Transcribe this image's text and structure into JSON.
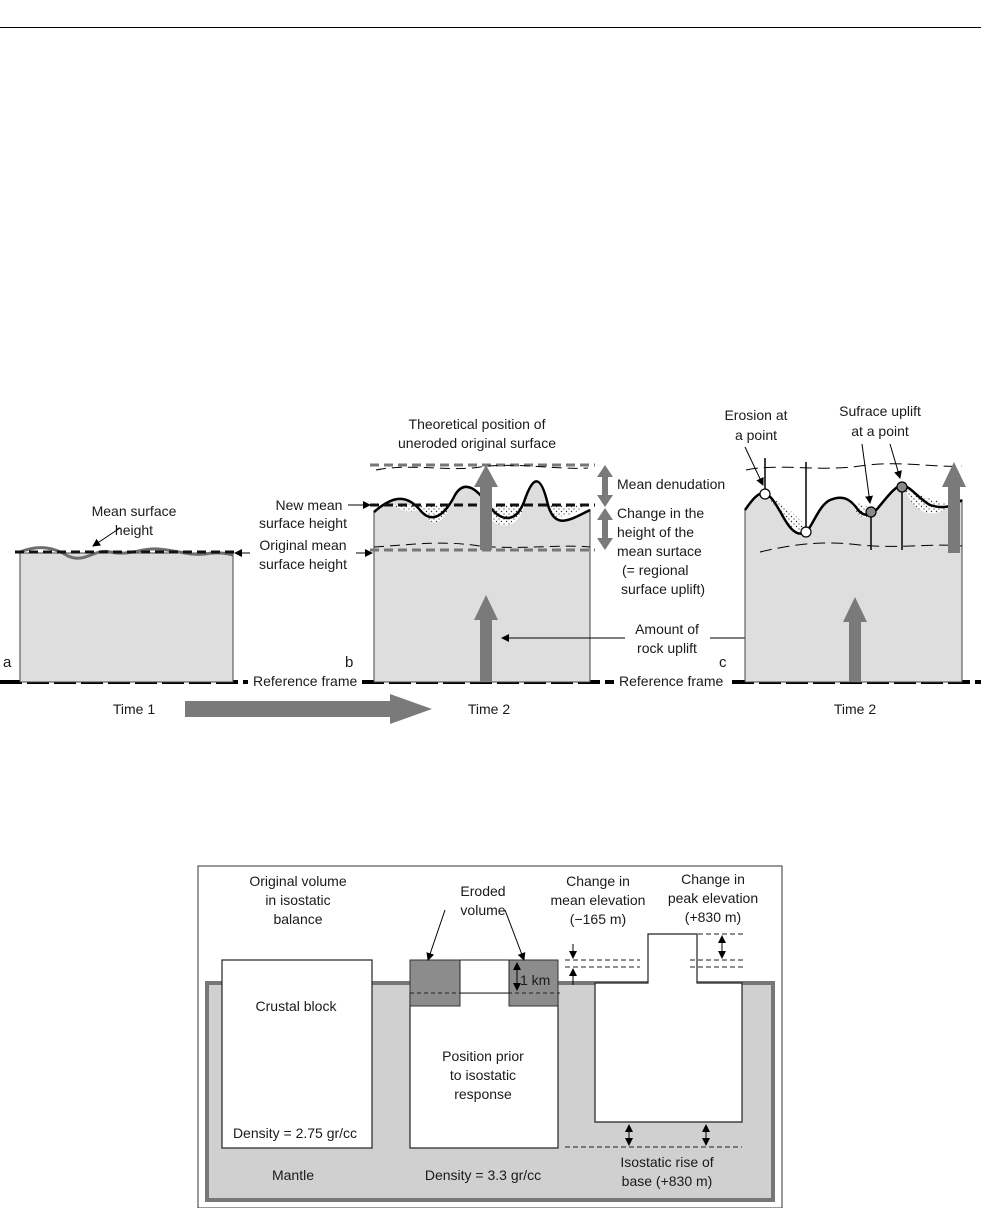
{
  "figure_top": {
    "panel_a": {
      "letter": "a",
      "mean_surface_label": [
        "Mean surface",
        "height"
      ],
      "time_label": "Time 1"
    },
    "panel_b": {
      "letter": "b",
      "theoretical_label": [
        "Theoretical position of",
        "uneroded original surface"
      ],
      "new_mean_label": [
        "New mean",
        "surface height"
      ],
      "original_mean_label": [
        "Original mean",
        "surface height"
      ],
      "time_label": "Time 2"
    },
    "middle_labels": {
      "mean_denudation": "Mean denudation",
      "change_height": [
        "Change in the",
        "height of the",
        "mean surtace",
        "(= regional",
        "surface uplift)"
      ],
      "rock_uplift": [
        "Amount of",
        "rock uplift"
      ]
    },
    "panel_c": {
      "letter": "c",
      "erosion_label": [
        "Erosion at",
        "a point"
      ],
      "uplift_label": [
        "Sufrace uplift",
        "at a point"
      ],
      "time_label": "Time 2"
    },
    "reference_frame": [
      "Reference frame",
      "Reference frame"
    ]
  },
  "figure_bottom": {
    "original_volume": [
      "Original volume",
      "in isostatic",
      "balance"
    ],
    "crustal_block": "Crustal block",
    "crust_density": "Density = 2.75 gr/cc",
    "mantle": "Mantle",
    "eroded_volume": [
      "Eroded",
      "volume"
    ],
    "one_km": "1 km",
    "position_prior": [
      "Position prior",
      "to isostatic",
      "response"
    ],
    "mantle_density": "Density = 3.3 gr/cc",
    "mean_elev": [
      "Change in",
      "mean elevation",
      "(−165 m)"
    ],
    "peak_elev": [
      "Change in",
      "peak elevation",
      "(+830 m)"
    ],
    "isostatic_rise": [
      "Isostatic rise of",
      "base (+830 m)"
    ]
  },
  "colors": {
    "block_fill": "#dedede",
    "arrow_gray": "#7a7a7a",
    "mantle_fill": "#d0d0d0",
    "eroded_fill": "#8c8c8c"
  }
}
